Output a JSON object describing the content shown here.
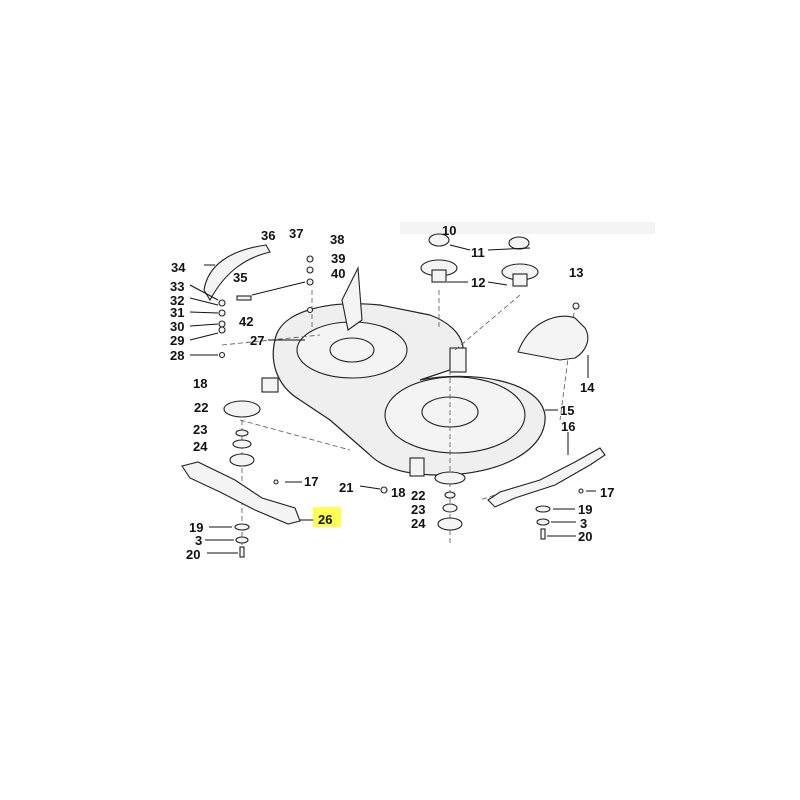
{
  "diagram": {
    "title": "Mower deck exploded parts diagram",
    "highlight_color": "#ffff33",
    "highlighted_label": "26",
    "labels": {
      "l10": "10",
      "l11": "11",
      "l12": "12",
      "l13": "13",
      "l14": "14",
      "l15": "15",
      "l16": "16",
      "l17a": "17",
      "l17b": "17",
      "l18a": "18",
      "l18b": "18",
      "l19a": "19",
      "l19b": "19",
      "l20a": "20",
      "l20b": "20",
      "l21": "21",
      "l22a": "22",
      "l22b": "22",
      "l23a": "23",
      "l23b": "23",
      "l24a": "24",
      "l24b": "24",
      "l3a": "3",
      "l3b": "3",
      "l26": "26",
      "l27": "27",
      "l28": "28",
      "l29": "29",
      "l30": "30",
      "l31": "31",
      "l32": "32",
      "l33": "33",
      "l34": "34",
      "l35": "35",
      "l36": "36",
      "l37": "37",
      "l38": "38",
      "l39": "39",
      "l40": "40",
      "l42": "42"
    }
  }
}
